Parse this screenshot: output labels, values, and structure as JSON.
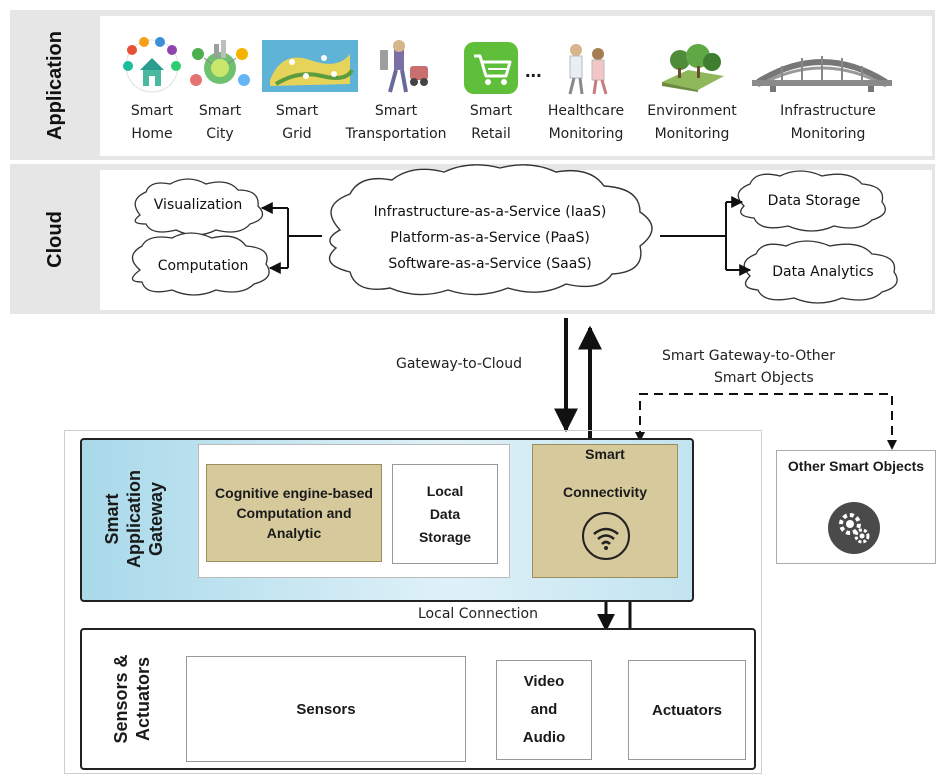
{
  "layers": {
    "application": "Application",
    "cloud": "Cloud",
    "gateway": "Smart Application Gateway",
    "sensors": "Sensors & Actuators"
  },
  "applications": [
    {
      "line1": "Smart",
      "line2": "Home",
      "icon": "smart-home-icon"
    },
    {
      "line1": "Smart",
      "line2": "City",
      "icon": "smart-city-icon"
    },
    {
      "line1": "Smart",
      "line2": "Grid",
      "icon": "smart-grid-icon"
    },
    {
      "line1": "Smart",
      "line2": "Transportation",
      "icon": "smart-transportation-icon"
    },
    {
      "line1": "Smart",
      "line2": "Retail",
      "icon": "smart-retail-icon"
    },
    {
      "line1": "Healthcare",
      "line2": "Monitoring",
      "icon": "healthcare-icon"
    },
    {
      "line1": "Environment",
      "line2": "Monitoring",
      "icon": "environment-icon"
    },
    {
      "line1": "Infrastructure",
      "line2": "Monitoring",
      "icon": "bridge-icon"
    }
  ],
  "ellipsis": "...",
  "cloud": {
    "services": [
      "Infrastructure-as-a-Service (IaaS)",
      "Platform-as-a-Service (PaaS)",
      "Software-as-a-Service (SaaS)"
    ],
    "visualization": "Visualization",
    "computation": "Computation",
    "storage": "Data Storage",
    "analytics": "Data Analytics"
  },
  "connections": {
    "gateway_to_cloud": "Gateway-to-Cloud",
    "gateway_to_objects_1": "Smart Gateway-to-Other",
    "gateway_to_objects_2": "Smart Objects",
    "local": "Local Connection"
  },
  "gateway": {
    "cognitive": "Cognitive engine-based Computation and Analytic",
    "local_storage_1": "Local",
    "local_storage_2": "Data",
    "local_storage_3": "Storage",
    "smart_1": "Smart",
    "smart_2": "Connectivity"
  },
  "other_objects": "Other Smart Objects",
  "devices": {
    "sensors": "Sensors",
    "video_1": "Video",
    "video_2": "and",
    "video_3": "Audio",
    "actuators": "Actuators"
  },
  "colors": {
    "gateway_fill": "#cde8f2",
    "tan": "#d6c99c",
    "band": "#e6e6e6"
  }
}
